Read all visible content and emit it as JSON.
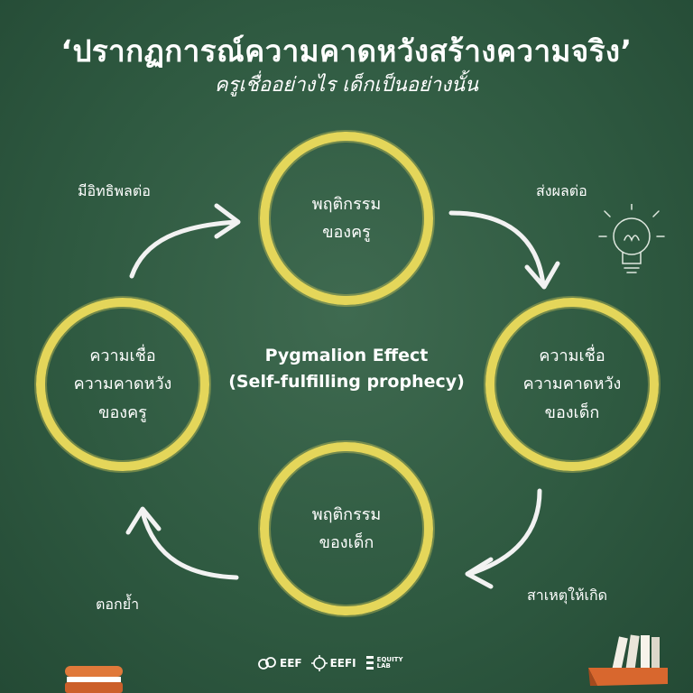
{
  "title": "‘ปรากฏการณ์ความคาดหวังสร้างความจริง’",
  "subtitle": "ครูเชื่ออย่างไร เด็กเป็นอย่างนั้น",
  "center_title": "Pygmalion Effect",
  "center_subtitle": "(Self-fulfilling prophecy)",
  "nodes": {
    "top": "พฤติกรรม\nของครู",
    "right": "ความเชื่อ\nความคาดหวัง\nของเด็ก",
    "bottom": "พฤติกรรม\nของเด็ก",
    "left": "ความเชื่อ\nความคาดหวัง\nของครู"
  },
  "edges": {
    "top_left": "มีอิทธิพลต่อ",
    "top_right": "ส่งผลต่อ",
    "bottom_right": "สาเหตุให้เกิด",
    "bottom_left": "ตอกย้ำ"
  },
  "logos": {
    "eef": "EEF",
    "eefi": "EEFI",
    "equity_line1": "EQUITY",
    "equity_line2": "LAB"
  },
  "colors": {
    "background": "#2f5a41",
    "ring": "#e4d65a",
    "text": "#ffffff",
    "arrow": "#f2f2f2"
  },
  "icons": {
    "decor_top_right": "lightbulb-icon",
    "decor_bottom_left": "book-icon",
    "decor_bottom_right": "books-icon"
  }
}
